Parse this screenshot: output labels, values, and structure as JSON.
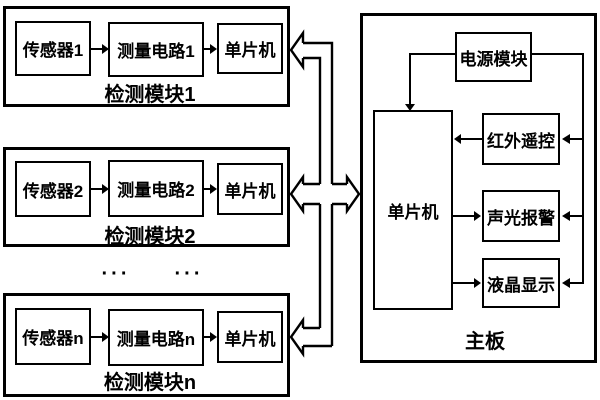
{
  "modules": [
    {
      "name": "检测模块1",
      "sensor": "传感器1",
      "circuit": "测量电路1",
      "mcu": "单片机"
    },
    {
      "name": "检测模块2",
      "sensor": "传感器2",
      "circuit": "测量电路2",
      "mcu": "单片机"
    },
    {
      "name": "检测模块n",
      "sensor": "传感器n",
      "circuit": "测量电路n",
      "mcu": "单片机"
    }
  ],
  "ellipsis": {
    "left": "···",
    "right": "···"
  },
  "mainboard": {
    "name": "主板",
    "power_module": "电源模块",
    "mcu": "单片机",
    "ir_remote": "红外遥控",
    "sound_light_alarm": "声光报警",
    "lcd_display": "液晶显示"
  },
  "colors": {
    "line": "#000000",
    "background": "#ffffff"
  }
}
